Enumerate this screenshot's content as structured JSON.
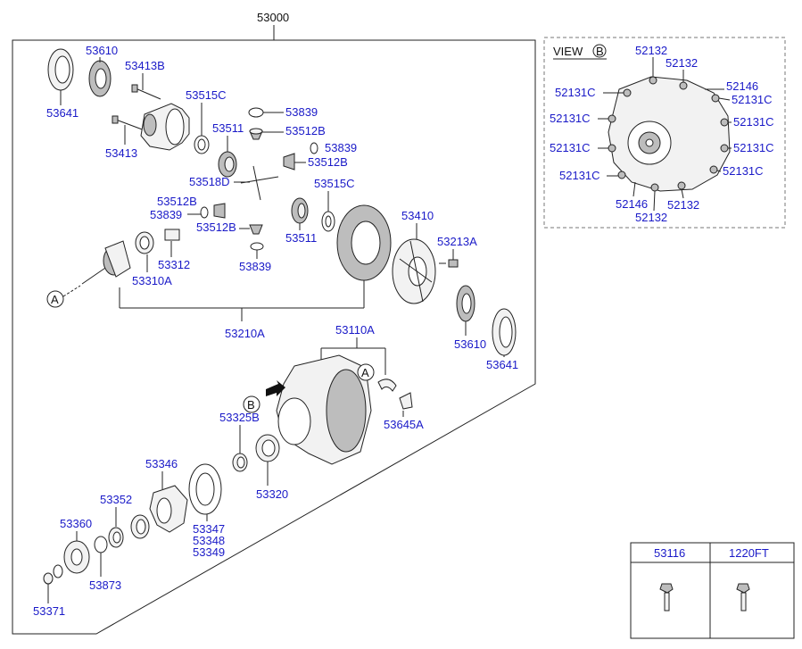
{
  "assembly": {
    "main_label": "53000",
    "sub_label_bottom": "53210A",
    "case_label": "53110A",
    "reference_a": "A",
    "reference_b": "B"
  },
  "left_labels": {
    "l53610": "53610",
    "l53641": "53641",
    "l53413B": "53413B",
    "l53413": "53413",
    "l53515C_top": "53515C",
    "l53511_top": "53511",
    "l53839_1": "53839",
    "l53512B_1": "53512B",
    "l53839_2": "53839",
    "l53512B_2": "53512B",
    "l53518D": "53518D",
    "l53512B_3": "53512B",
    "l53839_3": "53839",
    "l53512B_4": "53512B",
    "l53839_4": "53839",
    "l53515C_2": "53515C",
    "l53511_2": "53511",
    "l53312": "53312",
    "l53310A": "53310A",
    "l53410": "53410",
    "l53213A": "53213A",
    "l53610_r": "53610",
    "l53641_r": "53641",
    "l53645A": "53645A",
    "l53325B": "53325B",
    "l53320": "53320",
    "l53346": "53346",
    "l53352": "53352",
    "l53360": "53360",
    "l53347": "53347",
    "l53348": "53348",
    "l53349": "53349",
    "l53873": "53873",
    "l53371": "53371"
  },
  "view_b": {
    "title": "VIEW",
    "title_ref": "B",
    "labels": {
      "t52132a": "52132",
      "t52132b": "52132",
      "t52146a": "52146",
      "t52131c_r1": "52131C",
      "t52131c_l1": "52131C",
      "t52131c_l2": "52131C",
      "t52131c_r2": "52131C",
      "t52131c_l3": "52131C",
      "t52131c_r3": "52131C",
      "t52131c_l4": "52131C",
      "t52131c_r4": "52131C",
      "t52146b": "52146",
      "t52132c": "52132",
      "t52132d": "52132"
    }
  },
  "fastener_table": {
    "columns": [
      "53116",
      "1220FT"
    ]
  }
}
